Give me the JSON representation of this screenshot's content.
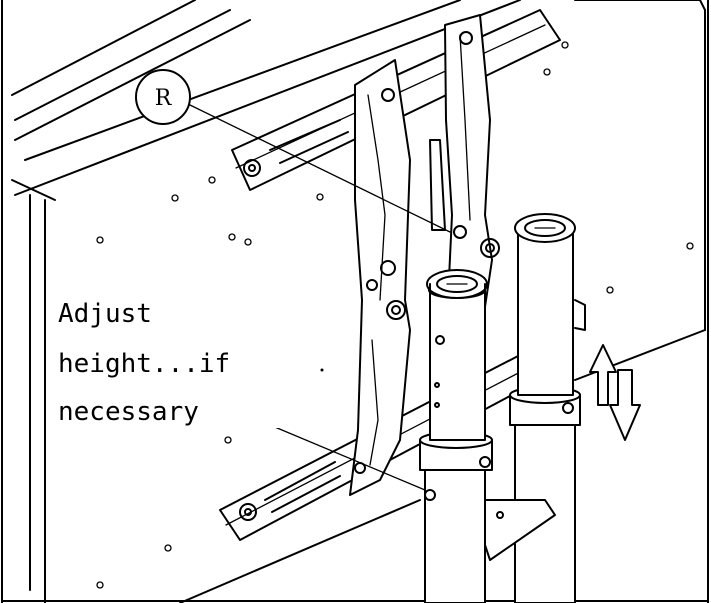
{
  "callout": {
    "letter": "R"
  },
  "instruction": {
    "lines": [
      "Adjust",
      "height...if",
      "necessary"
    ]
  },
  "icons": [
    "up-down-arrow-icon"
  ],
  "colors": {
    "ink": "#000000",
    "paper": "#ffffff"
  }
}
